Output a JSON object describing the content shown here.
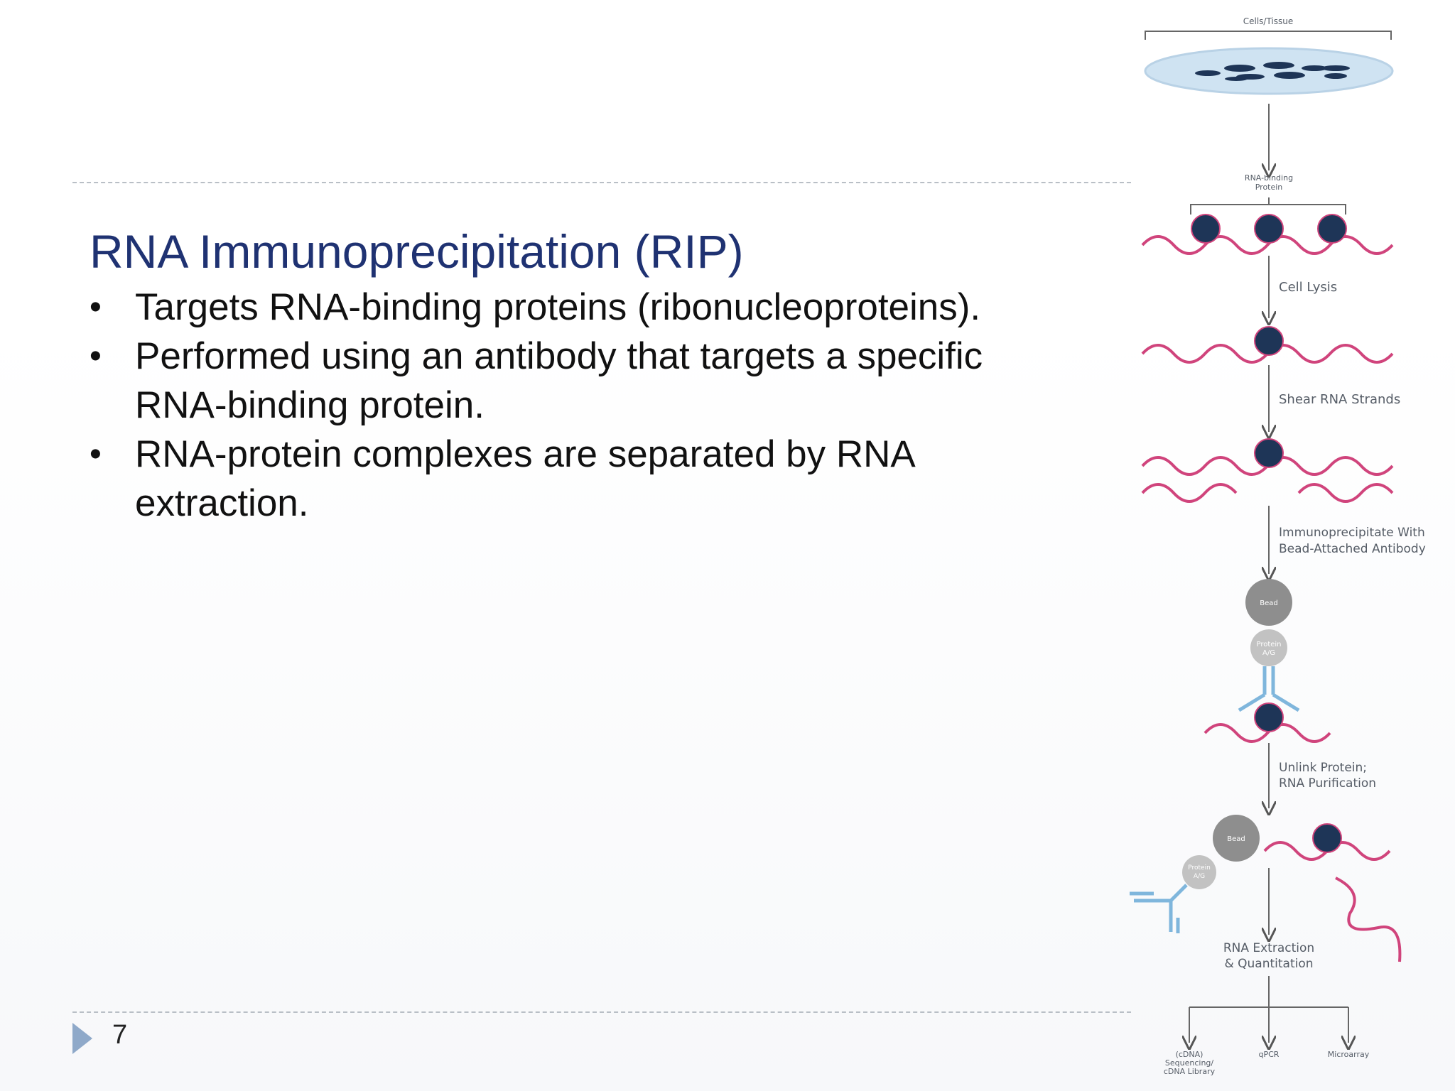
{
  "slide": {
    "title": "RNA Immunoprecipitation (RIP)",
    "bullets": [
      "Targets RNA-binding proteins (ribonucleoproteins).",
      "Performed using an antibody that targets a specific RNA-binding protein.",
      "RNA-protein complexes are separated by RNA extraction."
    ],
    "bullet_symbol": "•",
    "page_number": "7"
  },
  "diagram": {
    "labels": {
      "cells_tissue": "Cells/Tissue",
      "rna_binding_protein_1": "RNA-binding",
      "rna_binding_protein_2": "Protein",
      "cell_lysis": "Cell Lysis",
      "shear": "Shear RNA Strands",
      "immuno_1": "Immunoprecipitate With",
      "immuno_2": "Bead-Attached Antibody",
      "bead": "Bead",
      "protein_ag_1": "Protein",
      "protein_ag_2": "A/G",
      "unlink_1": "Unlink Protein;",
      "unlink_2": "RNA Purification",
      "extraction_1": "RNA Extraction",
      "extraction_2": "& Quantitation",
      "out_cdna_1": "(cDNA)",
      "out_cdna_2": "Sequencing/",
      "out_cdna_3": "cDNA Library",
      "out_qpcr": "qPCR",
      "out_microarray": "Microarray"
    },
    "colors": {
      "title": "#1f3272",
      "rna": "#d0447c",
      "protein": "#1e3557",
      "bead": "#8e8e8e",
      "antibody": "#7fb6dc",
      "dish": "#cfe3f2"
    }
  }
}
